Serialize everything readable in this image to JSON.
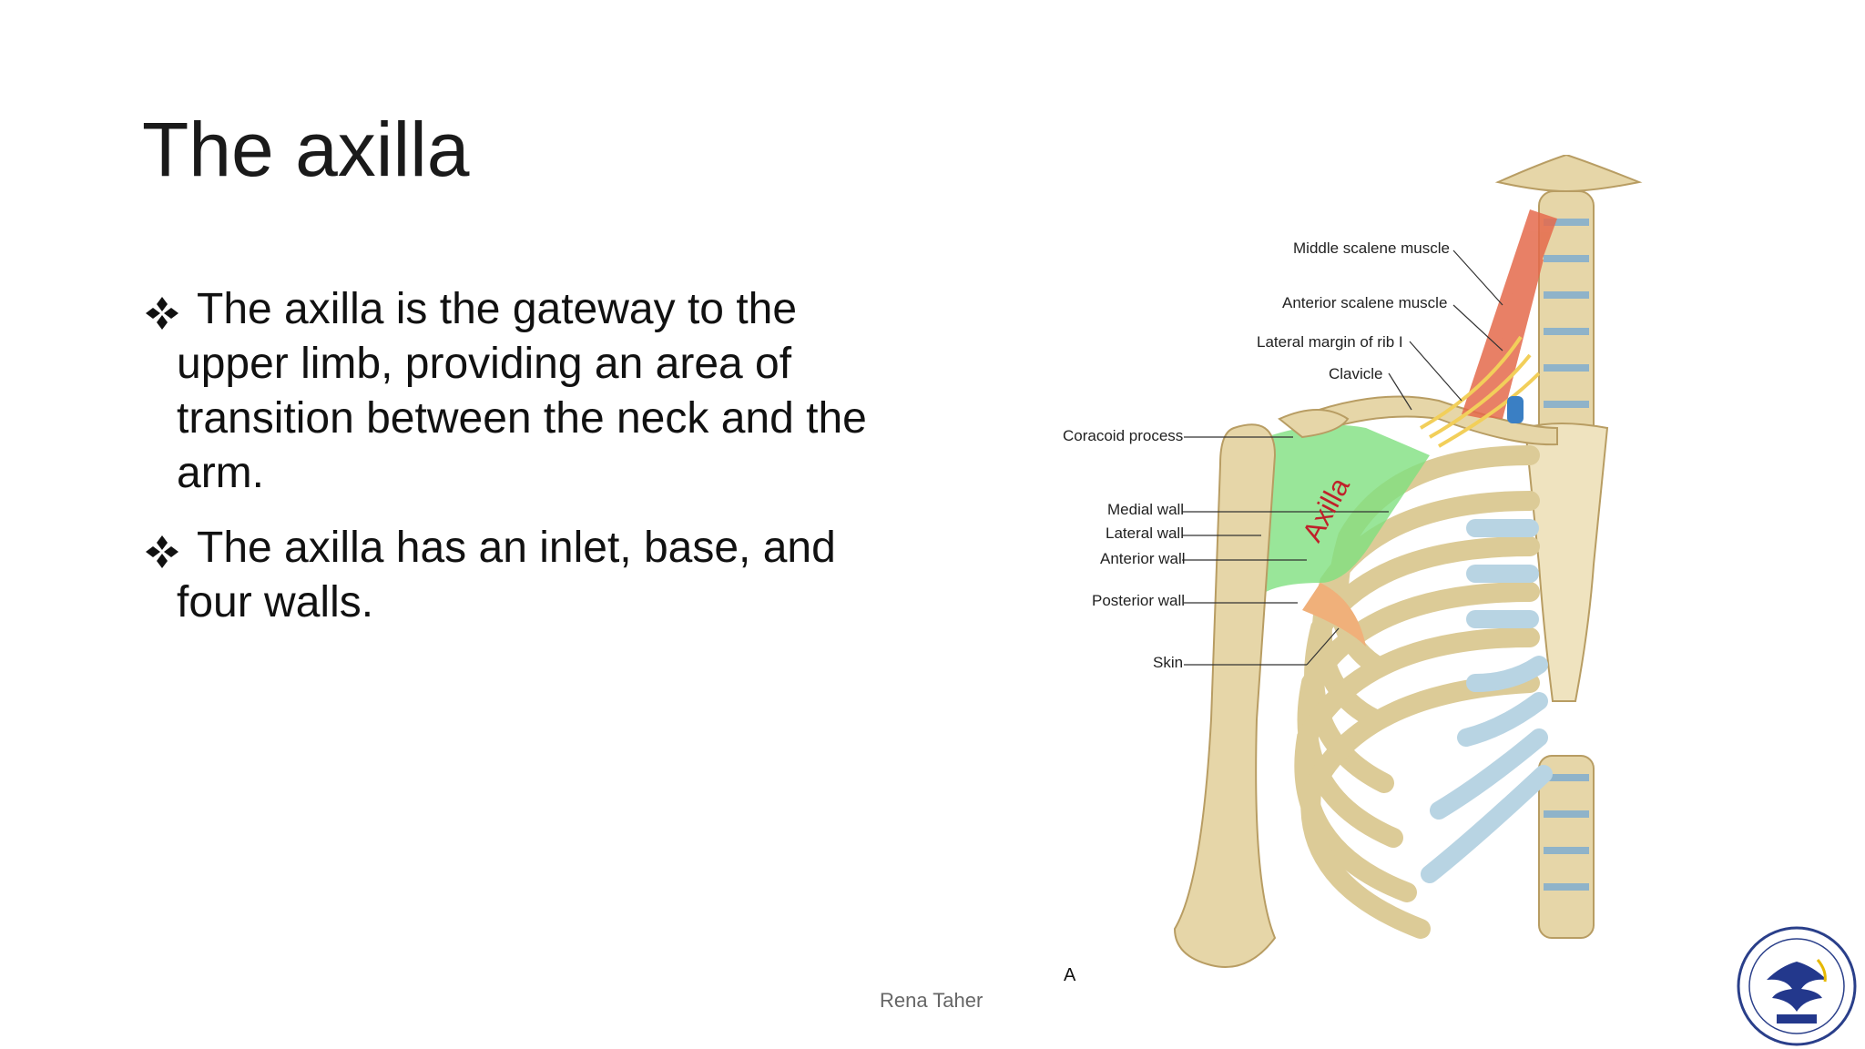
{
  "slide": {
    "title": "The axilla",
    "bullets": [
      {
        "text": "The axilla is the gateway to the upper limb, providing an area of transition between the neck and the arm."
      },
      {
        "text": "The axilla has an inlet, base, and four walls."
      }
    ],
    "footer": "Rena Taher"
  },
  "figure": {
    "labels": {
      "middle_scalene": "Middle scalene muscle",
      "anterior_scalene": "Anterior scalene muscle",
      "lateral_margin_rib": "Lateral margin of rib I",
      "clavicle": "Clavicle",
      "coracoid": "Coracoid process",
      "medial_wall": "Medial wall",
      "lateral_wall": "Lateral wall",
      "anterior_wall": "Anterior wall",
      "posterior_wall": "Posterior wall",
      "skin": "Skin",
      "axilla": "Axilla",
      "panel_letter": "A"
    }
  },
  "colors": {
    "bone": "#e8d9b0",
    "bone_shadow": "#c9b27a",
    "cartilage": "#b8d4e3",
    "axilla_region": "#7fe07f",
    "muscle": "#e56a4c",
    "skin": "#f0b07a",
    "axilla_label": "#c0202a"
  }
}
